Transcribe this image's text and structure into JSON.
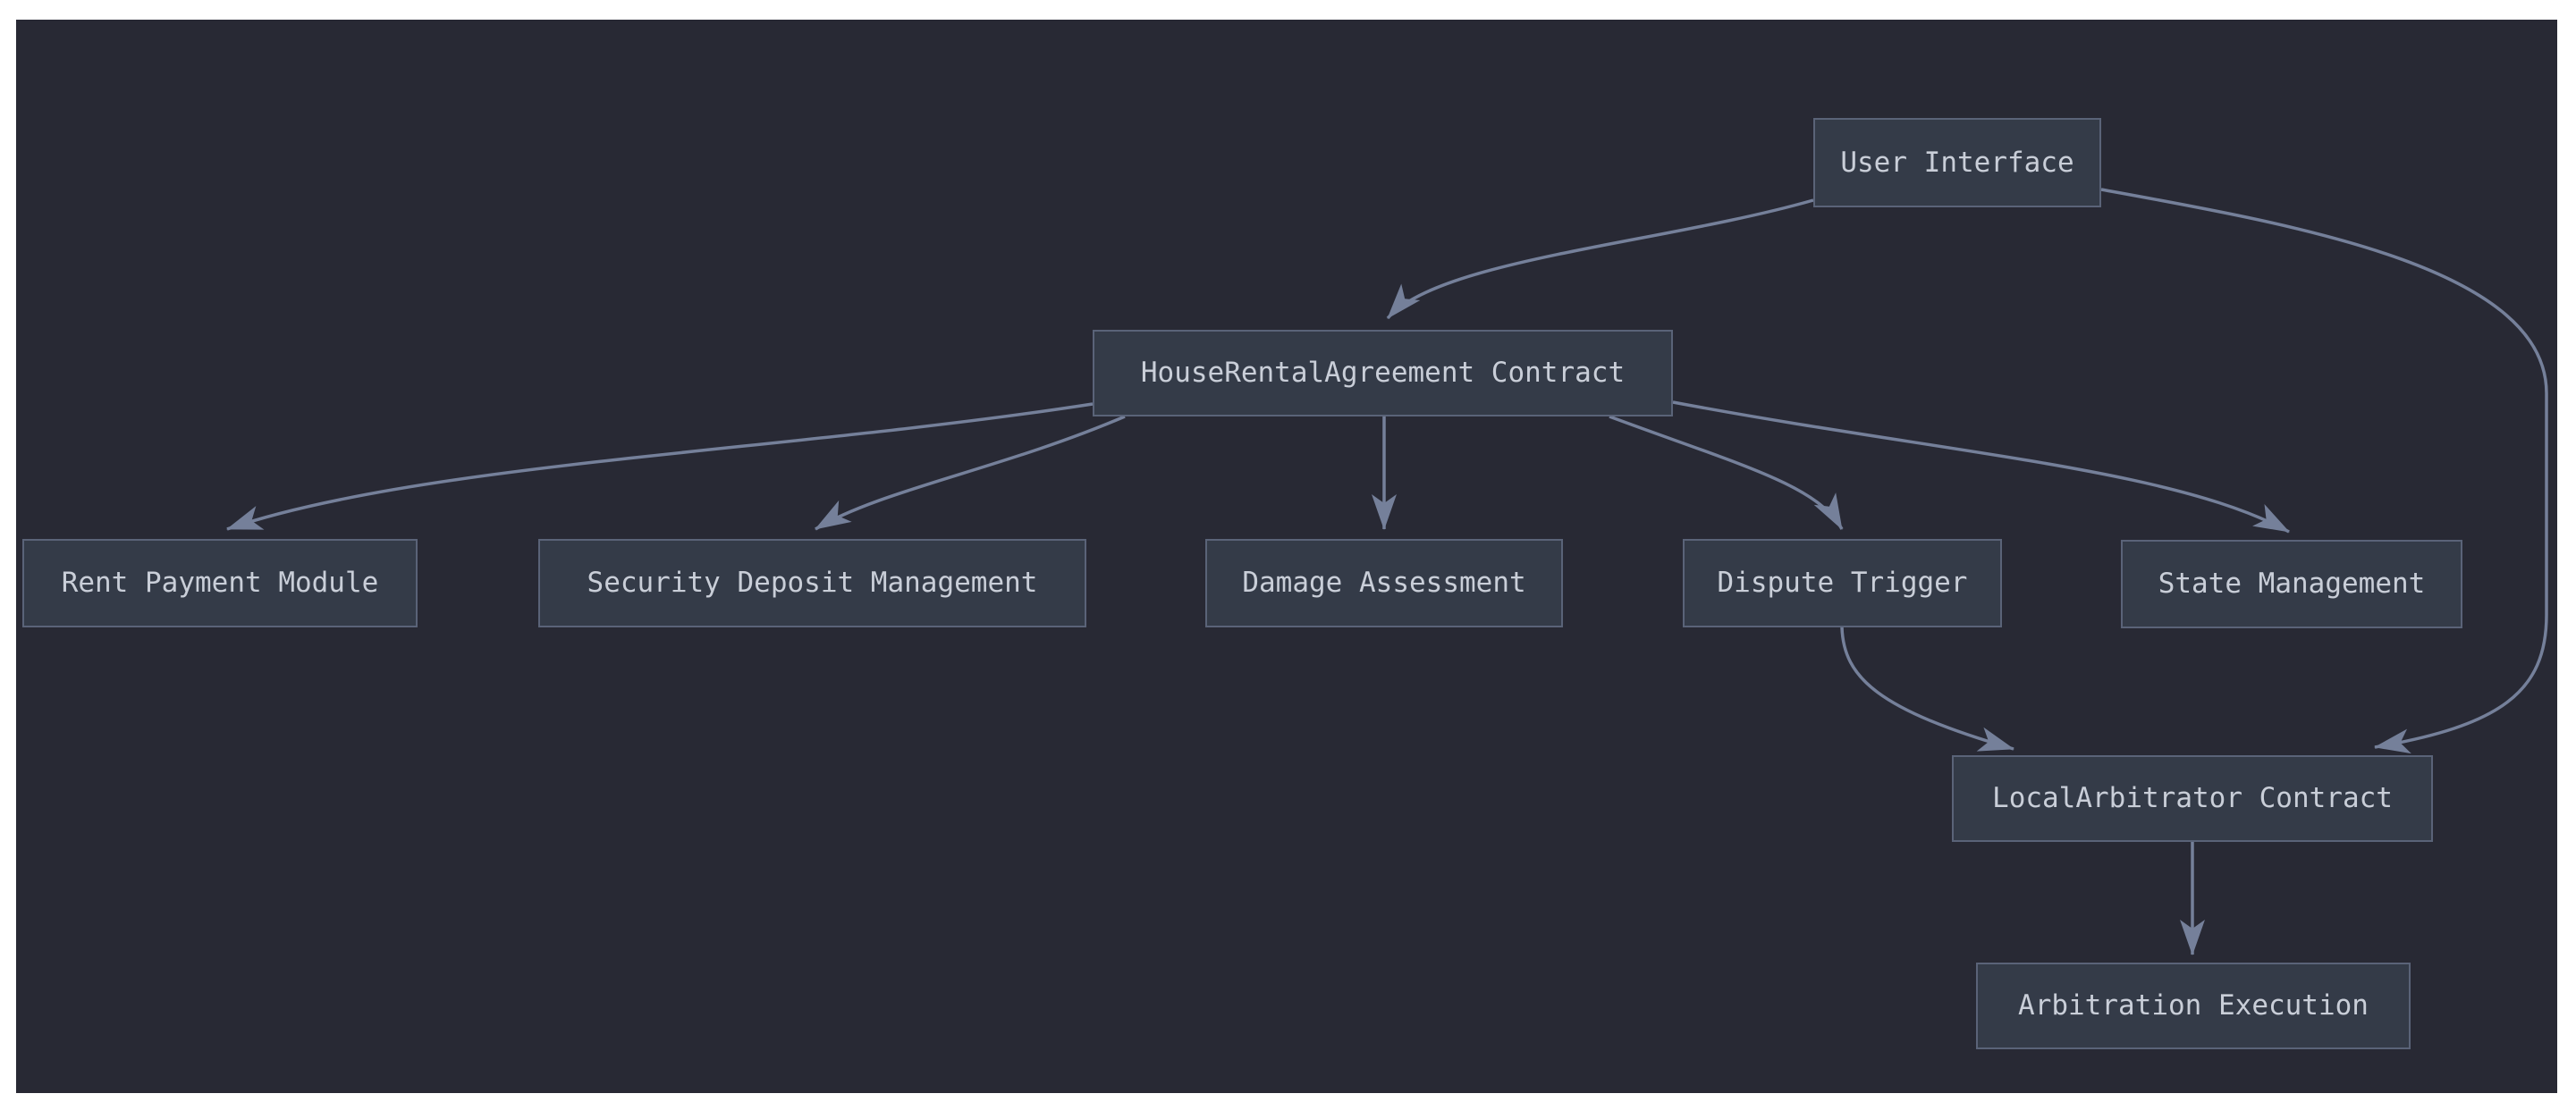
{
  "diagram": {
    "type": "flowchart",
    "direction": "top-down",
    "colors": {
      "page_bg": "#ffffff",
      "canvas_bg": "#282934",
      "node_fill": "#343b48",
      "node_border": "#5a6378",
      "node_text": "#c9ced8",
      "edge_color": "#75809a"
    },
    "nodes": [
      {
        "id": "user-interface",
        "label": "User Interface"
      },
      {
        "id": "house-rental-agreement-contract",
        "label": "HouseRentalAgreement Contract"
      },
      {
        "id": "rent-payment-module",
        "label": "Rent Payment Module"
      },
      {
        "id": "security-deposit-management",
        "label": "Security Deposit Management"
      },
      {
        "id": "damage-assessment",
        "label": "Damage Assessment"
      },
      {
        "id": "dispute-trigger",
        "label": "Dispute Trigger"
      },
      {
        "id": "state-management",
        "label": "State Management"
      },
      {
        "id": "localarbitrator-contract",
        "label": "LocalArbitrator Contract"
      },
      {
        "id": "arbitration-execution",
        "label": "Arbitration Execution"
      }
    ],
    "edges": [
      {
        "from": "User Interface",
        "to": "HouseRentalAgreement Contract"
      },
      {
        "from": "User Interface",
        "to": "LocalArbitrator Contract"
      },
      {
        "from": "HouseRentalAgreement Contract",
        "to": "Rent Payment Module"
      },
      {
        "from": "HouseRentalAgreement Contract",
        "to": "Security Deposit Management"
      },
      {
        "from": "HouseRentalAgreement Contract",
        "to": "Damage Assessment"
      },
      {
        "from": "HouseRentalAgreement Contract",
        "to": "Dispute Trigger"
      },
      {
        "from": "HouseRentalAgreement Contract",
        "to": "State Management"
      },
      {
        "from": "Dispute Trigger",
        "to": "LocalArbitrator Contract"
      },
      {
        "from": "LocalArbitrator Contract",
        "to": "Arbitration Execution"
      }
    ]
  }
}
